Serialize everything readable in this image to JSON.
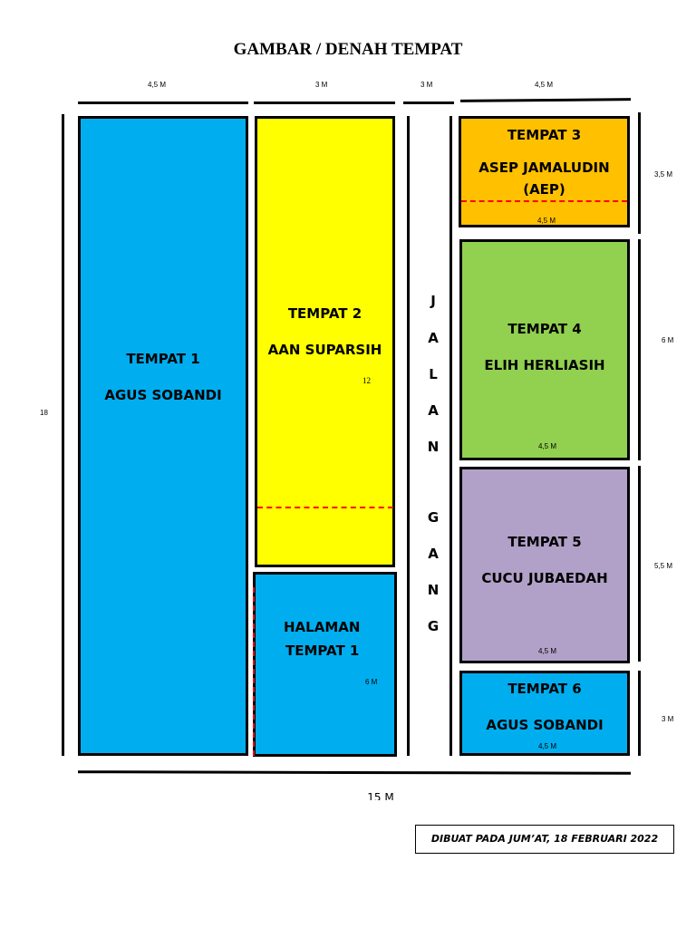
{
  "title": "GAMBAR / DENAH TEMPAT",
  "top_dims": {
    "d1": "4,5 M",
    "d2": "3 M",
    "d3": "3 M",
    "d4": "4,5 M"
  },
  "left_dim": "18",
  "right_dims": {
    "r1": "3,5 M",
    "r2": "6 M",
    "r3": "5,5 M",
    "r4": "3 M"
  },
  "bottom_dim": "15 M",
  "road_letters": [
    "J",
    "A",
    "L",
    "A",
    "N",
    "G",
    "A",
    "N",
    "G"
  ],
  "plots": {
    "tempat1": {
      "name": "TEMPAT 1",
      "owner": "AGUS SOBANDI",
      "color": "#00aeef"
    },
    "tempat2": {
      "name": "TEMPAT 2",
      "owner": "AAN SUPARSIH",
      "dim": "12",
      "color": "#ffff00"
    },
    "halaman": {
      "line1": "HALAMAN",
      "line2": "TEMPAT 1",
      "dim": "6 M",
      "color": "#00aeef"
    },
    "tempat3": {
      "name": "TEMPAT 3",
      "owner_line1": "ASEP JAMALUDIN",
      "owner_line2": "(AEP)",
      "dim": "4,5 M",
      "color": "#ffc000"
    },
    "tempat4": {
      "name": "TEMPAT 4",
      "owner": "ELIH HERLIASIH",
      "dim": "4,5 M",
      "color": "#92d050"
    },
    "tempat5": {
      "name": "TEMPAT 5",
      "owner": "CUCU JUBAEDAH",
      "dim": "4,5 M",
      "color": "#b1a0c7"
    },
    "tempat6": {
      "name": "TEMPAT 6",
      "owner": "AGUS SOBANDI",
      "dim": "4,5 M",
      "color": "#00aeef"
    }
  },
  "note": "DIBUAT PADA JUM’AT, 18 FEBRUARI 2022"
}
